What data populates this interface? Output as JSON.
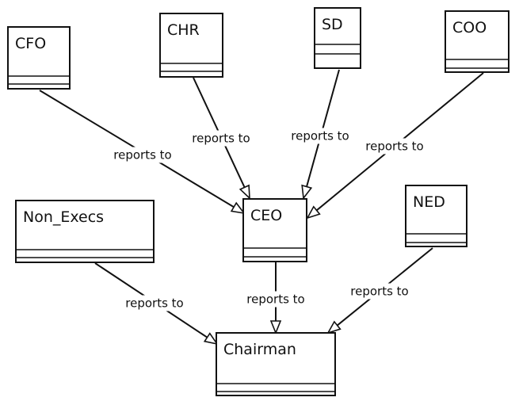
{
  "diagram": {
    "nodes": [
      {
        "id": "cfo",
        "label": "CFO"
      },
      {
        "id": "chr",
        "label": "CHR"
      },
      {
        "id": "sd",
        "label": "SD"
      },
      {
        "id": "coo",
        "label": "COO"
      },
      {
        "id": "non_execs",
        "label": "Non_Execs"
      },
      {
        "id": "ceo",
        "label": "CEO"
      },
      {
        "id": "ned",
        "label": "NED"
      },
      {
        "id": "chairman",
        "label": "Chairman"
      }
    ],
    "edges": [
      {
        "from": "cfo",
        "to": "ceo",
        "label": "reports to"
      },
      {
        "from": "chr",
        "to": "ceo",
        "label": "reports to"
      },
      {
        "from": "sd",
        "to": "ceo",
        "label": "reports to"
      },
      {
        "from": "coo",
        "to": "ceo",
        "label": "reports to"
      },
      {
        "from": "non_execs",
        "to": "chairman",
        "label": "reports to"
      },
      {
        "from": "ceo",
        "to": "chairman",
        "label": "reports to"
      },
      {
        "from": "ned",
        "to": "chairman",
        "label": "reports to"
      }
    ]
  }
}
